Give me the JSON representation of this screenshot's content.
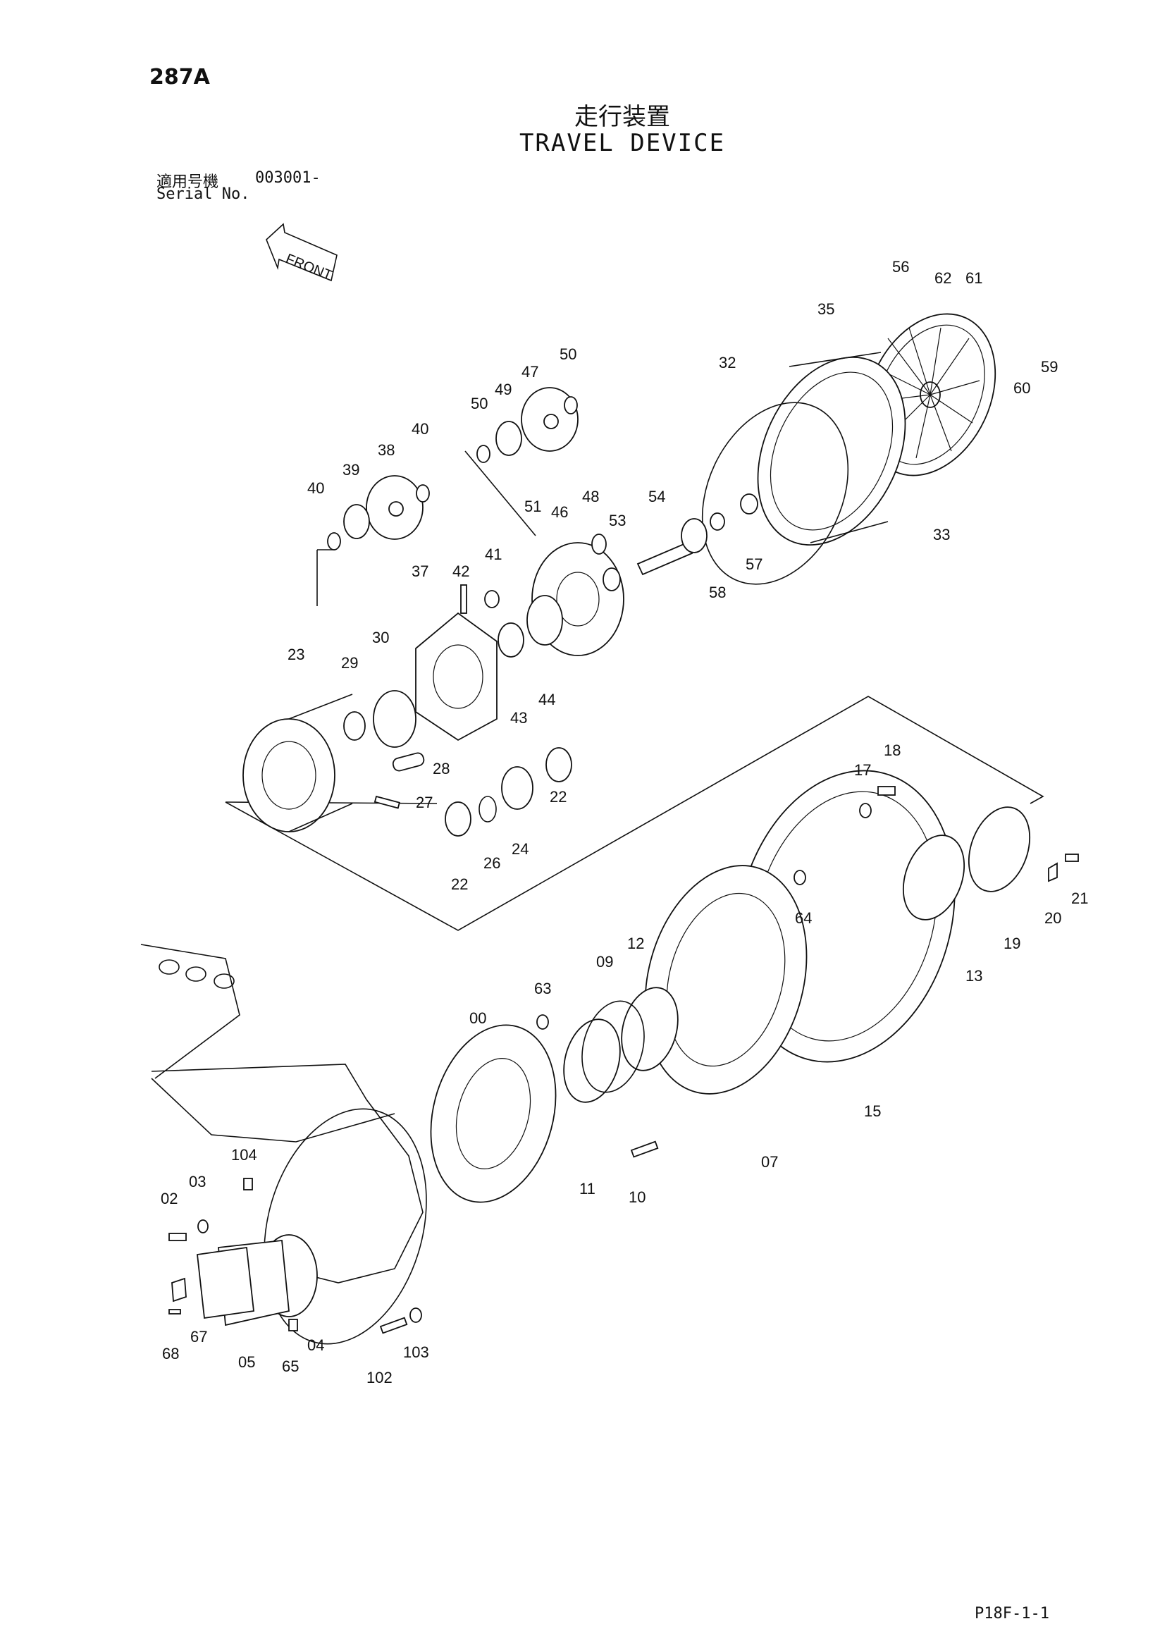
{
  "header": {
    "page_number": "287A",
    "title_jp": "走行装置",
    "title_en": "TRAVEL DEVICE",
    "serial_label_jp": "適用号機",
    "serial_label_en": "Serial No.",
    "serial_number": "003001-"
  },
  "front_arrow_label": "FRONT",
  "footer": {
    "reference_code": "P18F-1-1"
  },
  "part_labels": [
    "56",
    "62",
    "61",
    "35",
    "59",
    "60",
    "32",
    "50",
    "47",
    "49",
    "50",
    "33",
    "40",
    "38",
    "39",
    "40",
    "51",
    "46",
    "48",
    "53",
    "54",
    "57",
    "58",
    "37",
    "42",
    "41",
    "23",
    "30",
    "29",
    "43",
    "44",
    "28",
    "27",
    "22",
    "24",
    "26",
    "22",
    "17",
    "18",
    "20",
    "21",
    "19",
    "13",
    "64",
    "63",
    "09",
    "12",
    "15",
    "00",
    "11",
    "07",
    "10",
    "104",
    "03",
    "02",
    "67",
    "68",
    "05",
    "65",
    "04",
    "102",
    "103"
  ]
}
